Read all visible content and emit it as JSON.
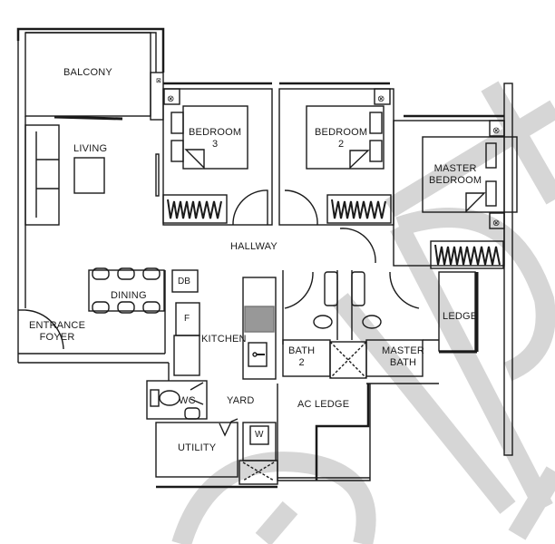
{
  "floorplan": {
    "rooms": [
      {
        "id": "balcony",
        "label": "BALCONY"
      },
      {
        "id": "living",
        "label": "LIVING"
      },
      {
        "id": "dining",
        "label": "DINING"
      },
      {
        "id": "entrance-foyer",
        "label_line1": "ENTRANCE",
        "label_line2": "FOYER"
      },
      {
        "id": "bedroom-3",
        "label_line1": "BEDROOM",
        "label_line2": "3"
      },
      {
        "id": "bedroom-2",
        "label_line1": "BEDROOM",
        "label_line2": "2"
      },
      {
        "id": "master-bedroom",
        "label_line1": "MASTER",
        "label_line2": "BEDROOM"
      },
      {
        "id": "hallway",
        "label": "HALLWAY"
      },
      {
        "id": "kitchen",
        "label": "KITCHEN"
      },
      {
        "id": "yard",
        "label": "YARD"
      },
      {
        "id": "utility",
        "label": "UTILITY"
      },
      {
        "id": "wc",
        "label": "WC"
      },
      {
        "id": "bath-2",
        "label_line1": "BATH",
        "label_line2": "2"
      },
      {
        "id": "master-bath",
        "label_line1": "MASTER",
        "label_line2": "BATH"
      },
      {
        "id": "ac-ledge",
        "label": "AC LEDGE"
      },
      {
        "id": "ledge",
        "label": "LEDGE"
      }
    ],
    "fixtures": {
      "db": "DB",
      "fridge": "F",
      "washer": "W"
    },
    "colors": {
      "wall": "#1a1a1a",
      "background": "#ffffff",
      "watermark": "#c8c8c8"
    }
  }
}
